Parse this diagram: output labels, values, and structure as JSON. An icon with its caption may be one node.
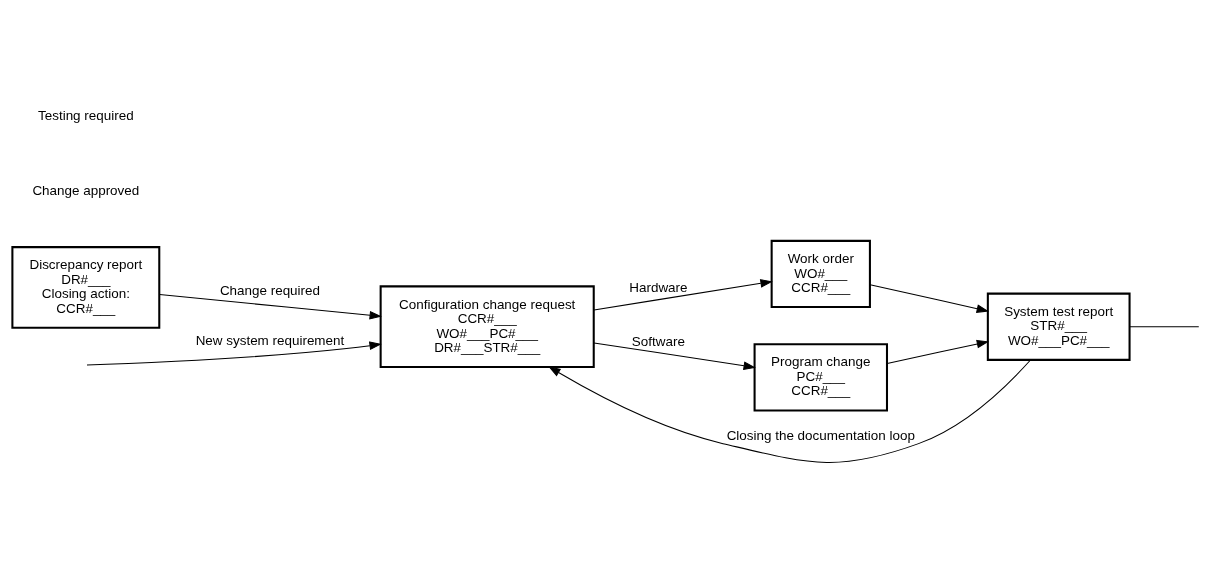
{
  "diagram": {
    "nodes": [
      {
        "text": [
          "Discrepancy report",
          "DR#___",
          "Closing action:",
          "CCR#___"
        ]
      },
      {
        "text": [
          "Configuration change request",
          "CCR#___",
          "WO#___PC#___",
          "DR#___STR#___"
        ]
      },
      {
        "text": [
          "Work order",
          "WO#___",
          "CCR#___"
        ]
      },
      {
        "text": [
          "Program change",
          "PC#___",
          "CCR#___"
        ]
      },
      {
        "text": [
          "System test report",
          "STR#___",
          "WO#___PC#___"
        ]
      }
    ],
    "edges": [
      {
        "from": null,
        "to": 1,
        "arrow": "to",
        "label": "New system requirement"
      },
      {
        "from": 0,
        "to": 1,
        "arrow": "to",
        "label": "Change required"
      },
      {
        "from": 1,
        "to": 2,
        "arrow": "to",
        "label": "Hardware"
      },
      {
        "from": 1,
        "to": 3,
        "arrow": "to",
        "label": "Software"
      },
      {
        "from": 2,
        "to": 4,
        "arrow": "to"
      },
      {
        "from": 3,
        "to": 4,
        "arrow": "to"
      },
      {
        "from": 4,
        "to": null,
        "arrow": "none"
      },
      {
        "from": 4,
        "to": 1,
        "arrow": "to",
        "label": "Closing the documentation loop"
      }
    ],
    "labels": [
      "Change approved",
      "Testing required"
    ]
  }
}
